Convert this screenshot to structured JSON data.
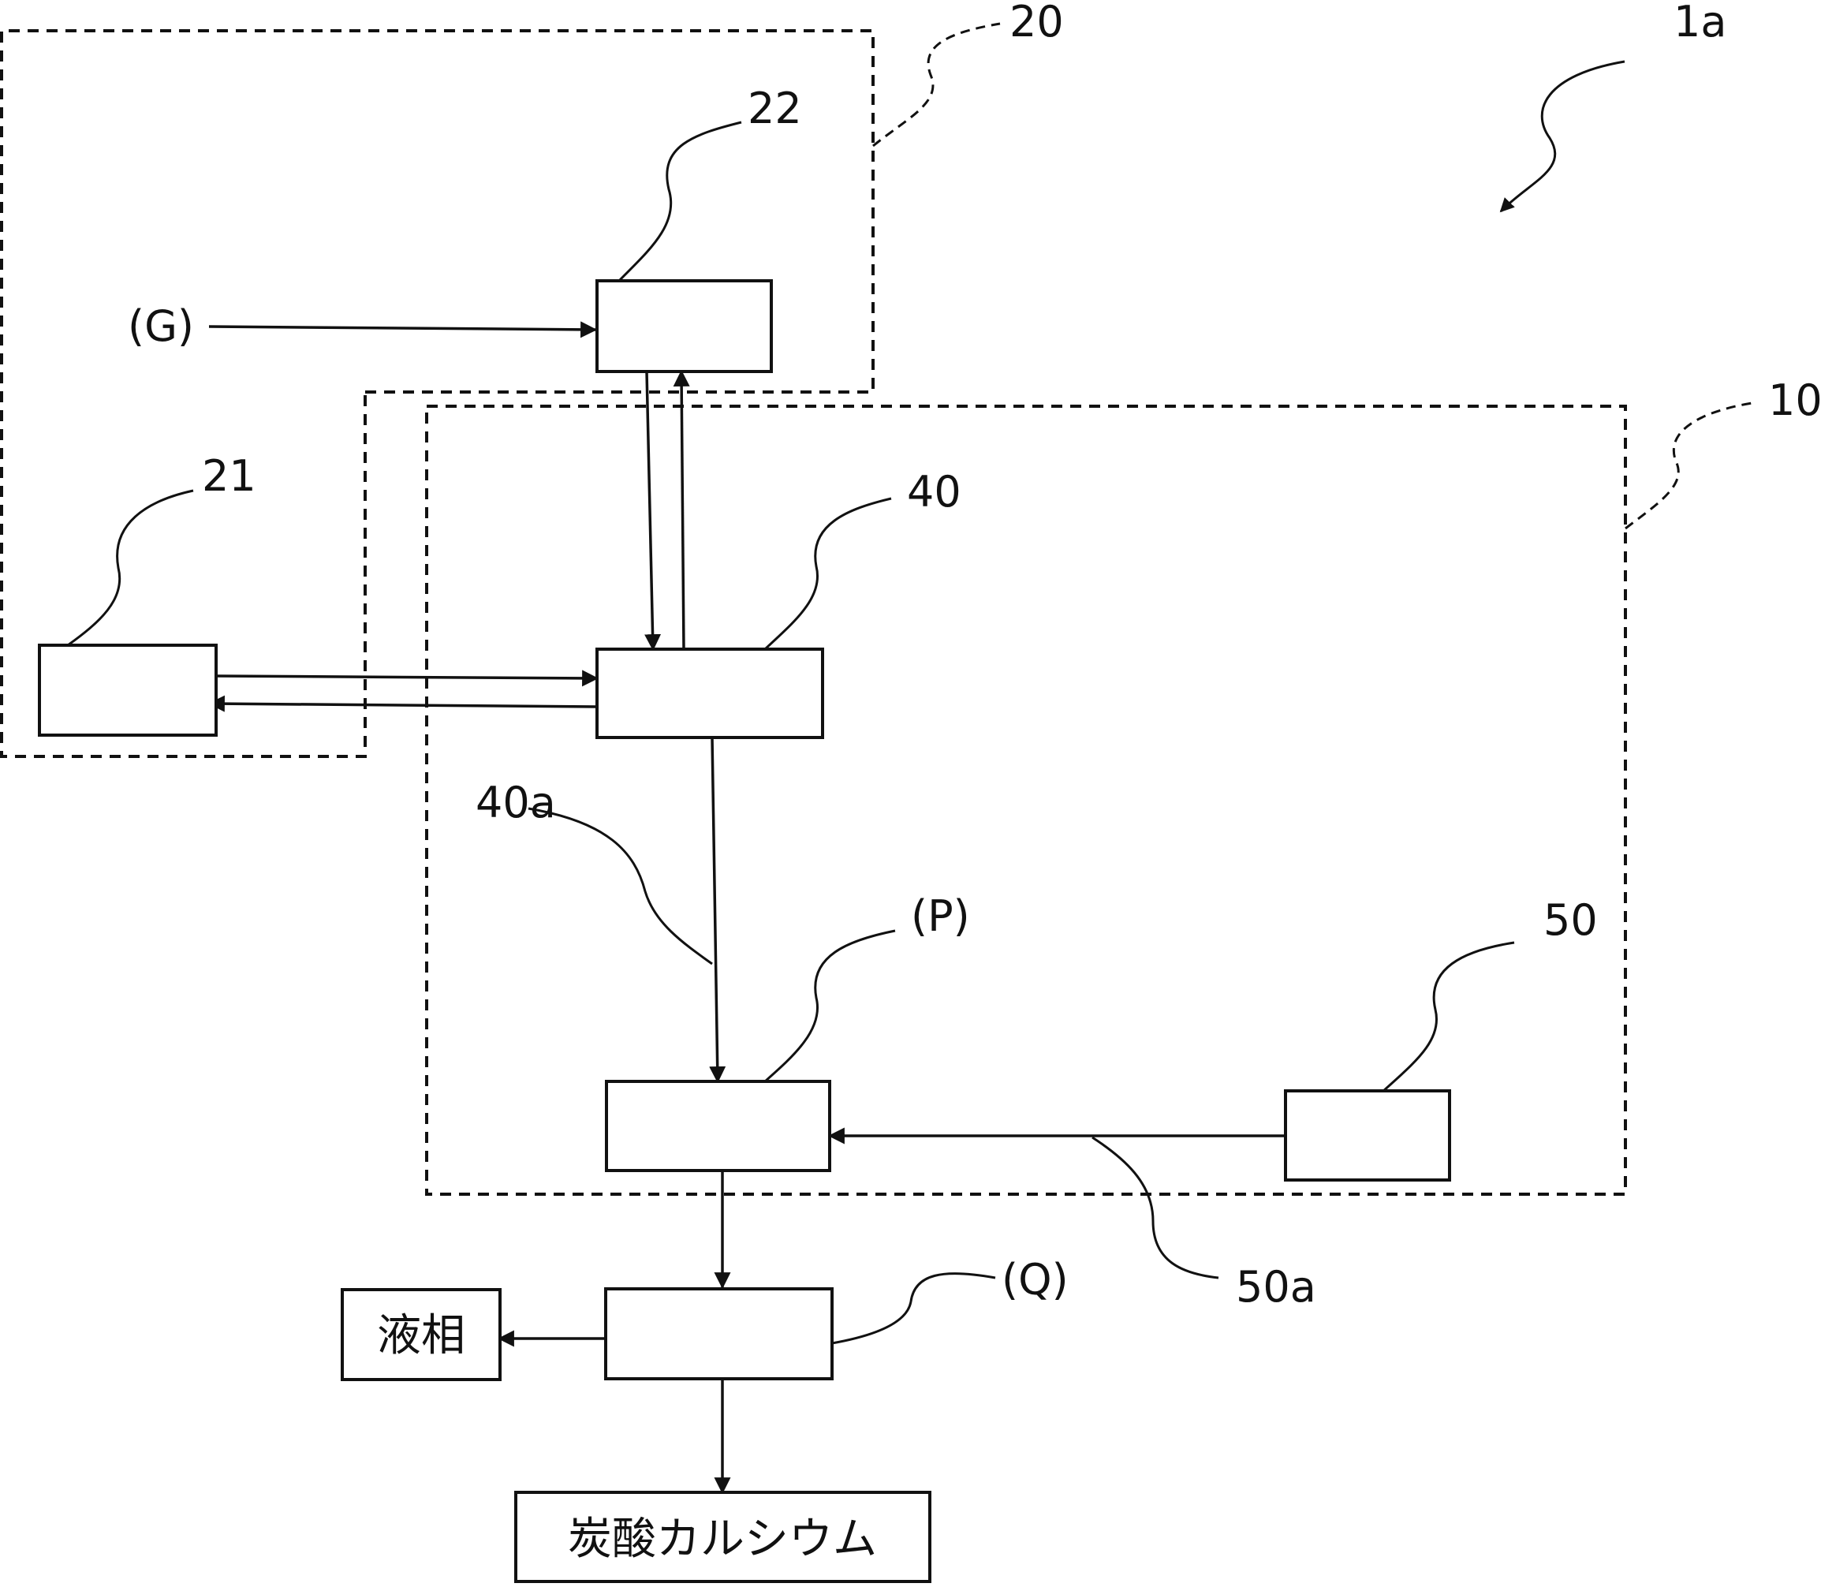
{
  "labels": {
    "system": "1a",
    "region_20": "20",
    "region_10": "10",
    "block_22": "22",
    "block_21": "21",
    "block_40": "40",
    "line_40a": "40a",
    "block_P": "(P)",
    "block_50": "50",
    "line_50a": "50a",
    "block_Q": "(Q)",
    "input_G": "(G)"
  },
  "outputs": {
    "liquid": "液相",
    "calcium_carbonate": "炭酸カルシウム"
  }
}
